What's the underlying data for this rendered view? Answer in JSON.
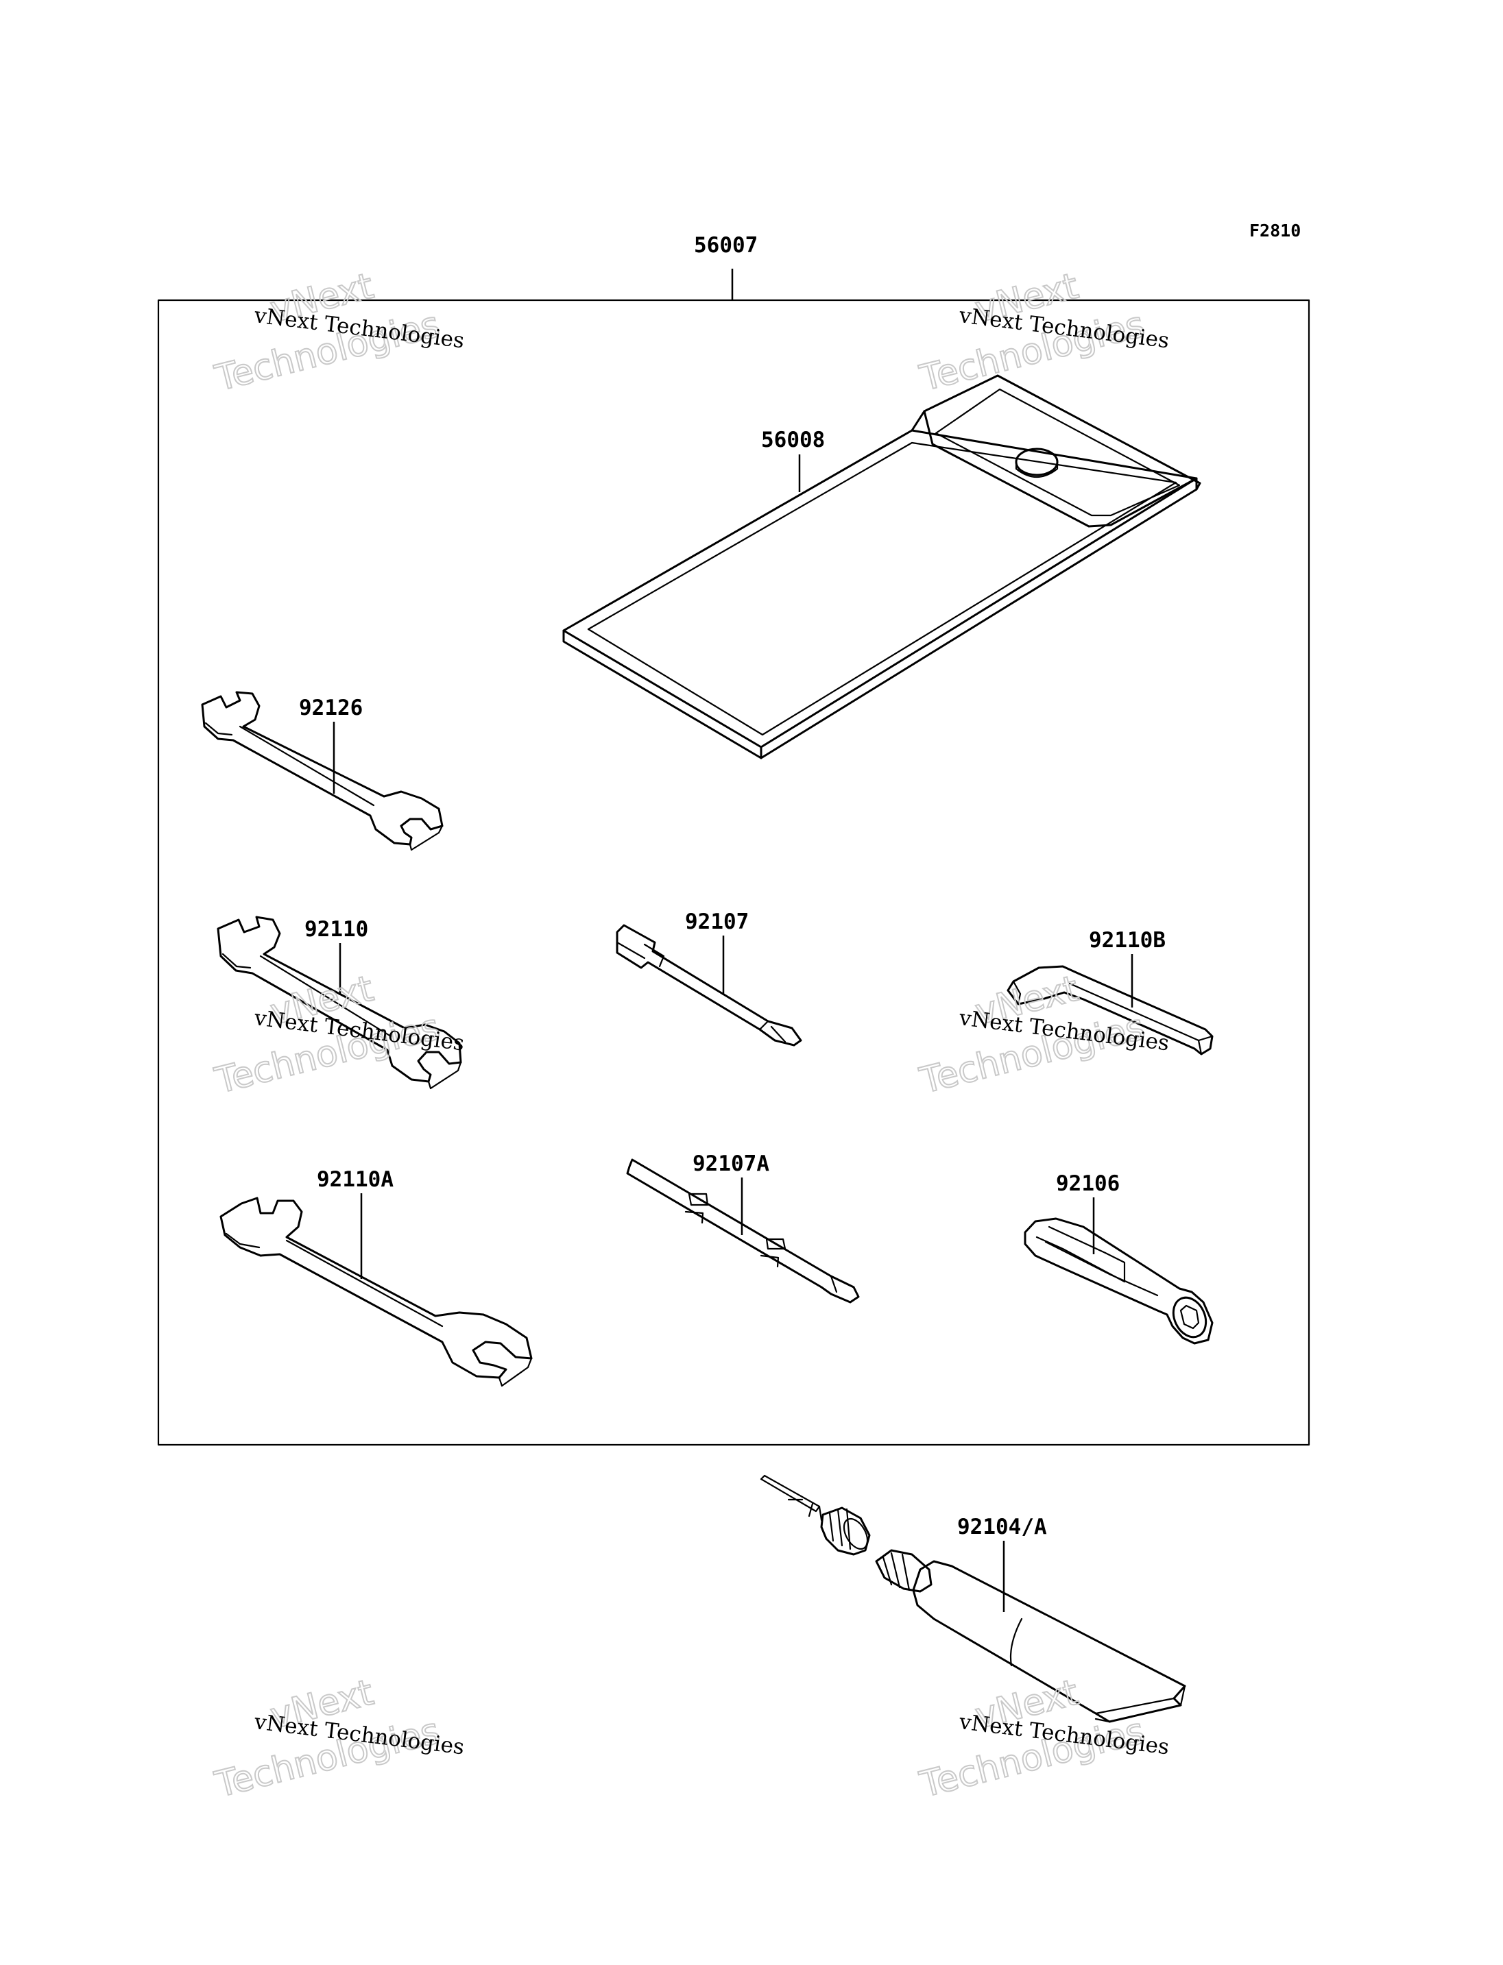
{
  "figure_code": "F2810",
  "parts": {
    "kit": "56007",
    "pouch": "56008",
    "wrench_small": "92126",
    "wrench_medium": "92110",
    "wrench_large": "92110A",
    "screwdriver_tip": "92107",
    "screwdriver_shaft": "92107A",
    "hex_key": "92110B",
    "handle": "92106",
    "grease_tube": "92104/A"
  },
  "watermarks": [
    {
      "line1": "vNext Technologies",
      "line2": "vNext",
      "line3": "Technologies"
    },
    {
      "line1": "vNext Technologies",
      "line2": "vNext",
      "line3": "Technologies"
    },
    {
      "line1": "vNext Technologies",
      "line2": "vNext",
      "line3": "Technologies"
    },
    {
      "line1": "vNext Technologies",
      "line2": "vNext",
      "line3": "Technologies"
    },
    {
      "line1": "vNext Technologies",
      "line2": "vNext",
      "line3": "Technologies"
    },
    {
      "line1": "vNext Technologies",
      "line2": "vNext",
      "line3": "Technologies"
    }
  ]
}
